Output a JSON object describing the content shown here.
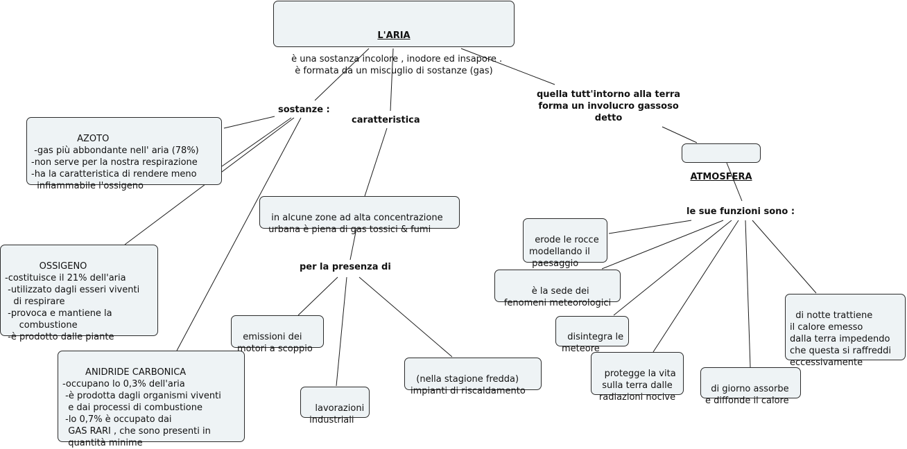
{
  "root": {
    "title": "L'ARIA",
    "lines": "è una sostanza incolore , inodore ed insapore .\nè formata da un miscuglio di sostanze (gas)"
  },
  "linking_phrases": {
    "sostanze": "sostanze :",
    "caratteristica": "caratteristica",
    "atmosfera_intro": "quella tutt'intorno alla terra\nforma un involucro gassoso\ndetto",
    "presenza": "per la presenza di",
    "funzioni": "le sue funzioni sono :"
  },
  "substances": [
    {
      "id": "azoto",
      "text": "              AZOTO\n -gas più abbondante nell' aria (78%)\n-non serve per la nostra respirazione\n-ha la caratteristica di rendere meno\n  infiammabile l'ossigeno"
    },
    {
      "id": "ossigeno",
      "text": "          OSSIGENO\n-costituisce il 21% dell'aria\n -utilizzato dagli esseri viventi\n   di respirare\n -provoca e mantiene la\n     combustione\n -è prodotto dalle piante"
    },
    {
      "id": "anidride",
      "text": "      ANIDRIDE CARBONICA\n-occupano lo 0,3% dell'aria\n -è prodotta dagli organismi viventi\n  e dai processi di combustione\n -lo 0,7% è occupato dai\n  GAS RARI , che sono presenti in\n  quantità minime"
    }
  ],
  "characteristic": "in alcune zone ad alta concentrazione\n urbana è piena di gas tossici & fumi",
  "pollution_sources": [
    {
      "id": "motori",
      "text": "emissioni dei\nmotori a scoppio"
    },
    {
      "id": "industriali",
      "text": " lavorazioni\n industriali"
    },
    {
      "id": "riscaldamento",
      "text": "(nella stagione fredda)\nimpianti di riscaldamento"
    }
  ],
  "atmosfera": {
    "title": "ATMOSFERA"
  },
  "functions": [
    {
      "id": "erode",
      "text": "erode le rocce\nmodellando il\n paesaggio"
    },
    {
      "id": "sede",
      "text": "è la sede dei\nfenomeni meteorologici"
    },
    {
      "id": "meteore",
      "text": "disintegra le\nmeteore"
    },
    {
      "id": "protegge",
      "text": "protegge la vita\nsulla terra dalle\nradiazioni nocive"
    },
    {
      "id": "giorno",
      "text": "di giorno assorbe\ne diffonde il calore"
    },
    {
      "id": "notte",
      "text": "di notte trattiene\nil calore emesso\ndalla terra impedendo\nche questa si raffreddi\neccessivamente"
    }
  ]
}
